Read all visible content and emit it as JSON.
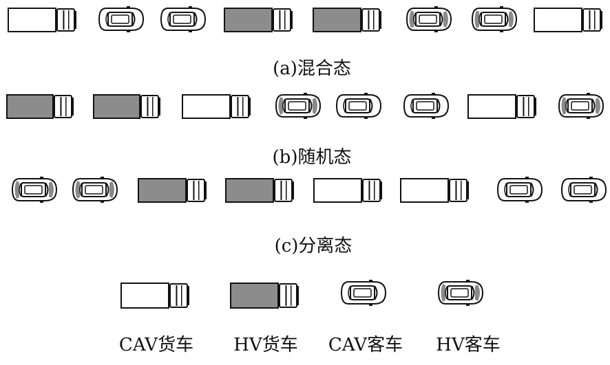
{
  "rows": [
    {
      "caption": "(a)混合态",
      "vehicles": [
        {
          "kind": "truck",
          "icon": "cav-truck-icon"
        },
        {
          "kind": "car",
          "icon": "cav-car-icon"
        },
        {
          "kind": "car",
          "icon": "cav-car-icon"
        },
        {
          "kind": "truck",
          "icon": "hv-truck-icon"
        },
        {
          "kind": "truck",
          "icon": "hv-truck-icon"
        },
        {
          "kind": "car",
          "icon": "hv-car-icon"
        },
        {
          "kind": "car",
          "icon": "hv-car-icon"
        },
        {
          "kind": "truck",
          "icon": "cav-truck-icon"
        }
      ]
    },
    {
      "caption": "(b)随机态",
      "vehicles": [
        {
          "kind": "truck",
          "icon": "hv-truck-icon"
        },
        {
          "kind": "truck",
          "icon": "hv-truck-icon"
        },
        {
          "kind": "truck",
          "icon": "cav-truck-icon"
        },
        {
          "kind": "car",
          "icon": "hv-car-icon"
        },
        {
          "kind": "car",
          "icon": "cav-car-icon"
        },
        {
          "kind": "car",
          "icon": "cav-car-icon"
        },
        {
          "kind": "truck",
          "icon": "cav-truck-icon"
        },
        {
          "kind": "car",
          "icon": "hv-car-icon"
        }
      ]
    },
    {
      "caption": "(c)分离态",
      "vehicles": [
        {
          "kind": "car",
          "icon": "hv-car-icon"
        },
        {
          "kind": "car",
          "icon": "hv-car-icon"
        },
        {
          "kind": "truck",
          "icon": "hv-truck-icon"
        },
        {
          "kind": "truck",
          "icon": "hv-truck-icon"
        },
        {
          "kind": "truck",
          "icon": "cav-truck-icon"
        },
        {
          "kind": "truck",
          "icon": "cav-truck-icon"
        },
        {
          "kind": "car",
          "icon": "cav-car-icon"
        },
        {
          "kind": "car",
          "icon": "cav-car-icon"
        }
      ]
    }
  ],
  "legend": [
    {
      "label": "CAV货车",
      "icon": "cav-truck-icon"
    },
    {
      "label": "HV货车",
      "icon": "hv-truck-icon"
    },
    {
      "label": "CAV客车",
      "icon": "cav-car-icon"
    },
    {
      "label": "HV客车",
      "icon": "hv-car-icon"
    }
  ],
  "colors": {
    "stroke": "#111111",
    "cav_fill": "#ffffff",
    "hv_truck_fill": "#8c8c8c",
    "hv_car_shade": "#8a8a8a",
    "background": "#ffffff"
  }
}
